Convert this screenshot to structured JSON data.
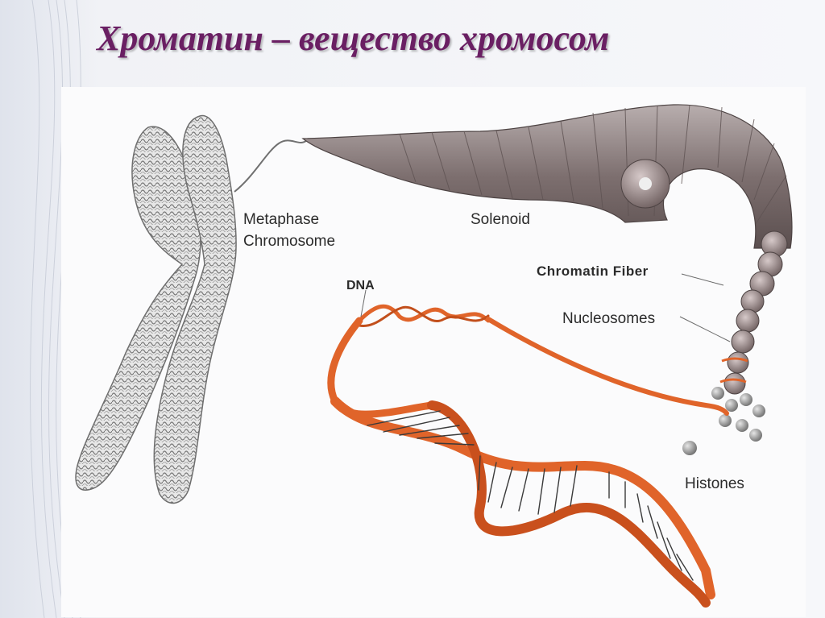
{
  "slide": {
    "title": "Хроматин – вещество хромосом"
  },
  "diagram": {
    "labels": {
      "metaphase_line1": "Metaphase",
      "metaphase_line2": "Chromosome",
      "solenoid": "Solenoid",
      "chromatin_fiber": "Chromatin Fiber",
      "dna": "DNA",
      "nucleosomes": "Nucleosomes",
      "histones": "Histones"
    },
    "colors": {
      "title": "#6a1f63",
      "dna_strand": "#e0642a",
      "chromosome": "#8c8c8c",
      "solenoid": "#7d6f6f",
      "histone": "#8f8f8f"
    }
  }
}
